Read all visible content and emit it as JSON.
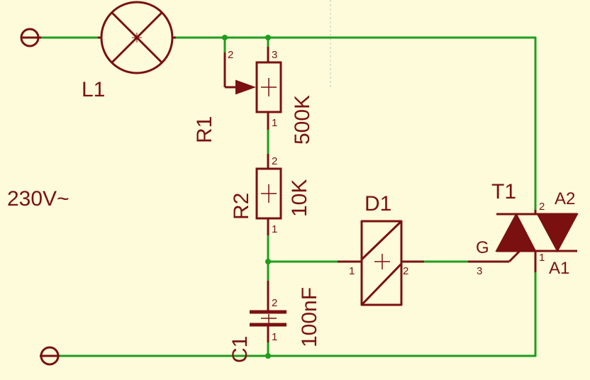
{
  "source_label": "230V~",
  "lamp": {
    "ref": "L1"
  },
  "r1": {
    "ref": "R1",
    "value": "500K",
    "pins": [
      "1",
      "2",
      "3"
    ]
  },
  "r2": {
    "ref": "R2",
    "value": "10K",
    "pins": [
      "1",
      "2"
    ]
  },
  "c1": {
    "ref": "C1",
    "value": "100nF",
    "pins": [
      "1",
      "2"
    ]
  },
  "d1": {
    "ref": "D1",
    "pins": [
      "1",
      "2"
    ]
  },
  "t1": {
    "ref": "T1",
    "gate": "G",
    "a1": "A1",
    "a2": "A2",
    "pins": [
      "1",
      "2",
      "3"
    ]
  },
  "colors": {
    "wire": "#1e9c1e",
    "component": "#7a1010",
    "background": "#fdfbd9"
  }
}
